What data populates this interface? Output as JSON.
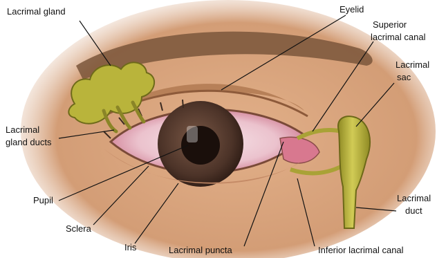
{
  "diagram": {
    "labels": {
      "lacrimal_gland": "Lacrimal gland",
      "eyelid": "Eyelid",
      "superior_canal_line1": "Superior",
      "superior_canal_line2": "lacrimal canal",
      "lacrimal_sac_line1": "Lacrimal",
      "lacrimal_sac_line2": "sac",
      "gland_ducts_line1": "Lacrimal",
      "gland_ducts_line2": "gland ducts",
      "pupil": "Pupil",
      "sclera": "Sclera",
      "iris": "Iris",
      "lacrimal_puncta": "Lacrimal puncta",
      "inferior_canal": "Inferior lacrimal canal",
      "lacrimal_duct_line1": "Lacrimal",
      "lacrimal_duct_line2": "duct"
    },
    "colors": {
      "skin": "#d9a77e",
      "skin_shadow": "#b9835f",
      "brow": "#6b4b33",
      "gland": "#b5b13a",
      "gland_dark": "#7e7a1f",
      "sclera": "#f1d7de",
      "sclera_pink": "#dd93a6",
      "iris": "#5a3f32",
      "pupil": "#1a0f0b",
      "leader_line": "#111111"
    }
  }
}
